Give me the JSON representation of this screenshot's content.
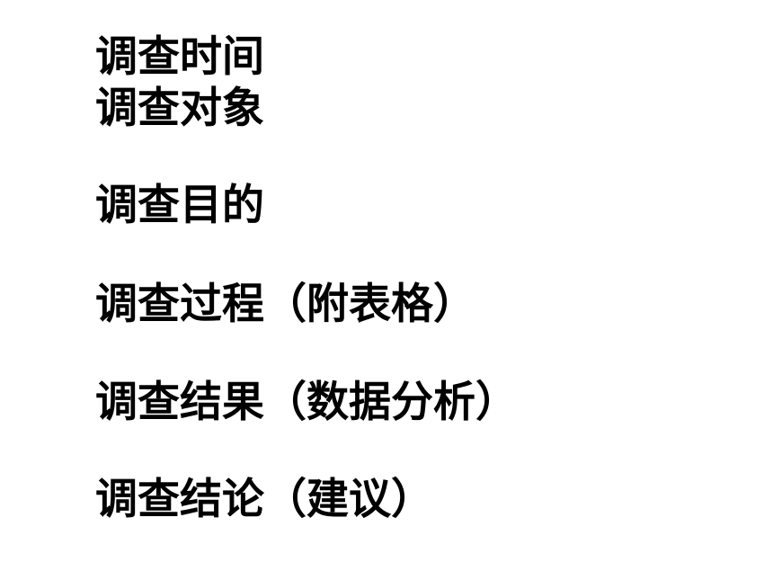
{
  "headings": [
    "调查时间",
    "调查对象",
    "调查目的",
    "调查过程（附表格）",
    "调查结果（数据分析）",
    "调查结论（建议）"
  ]
}
